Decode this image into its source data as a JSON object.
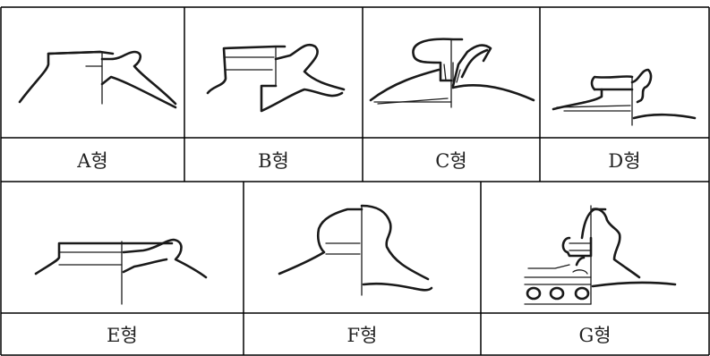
{
  "rows": [
    {
      "cells": [
        {
          "id": "a",
          "label": "A형"
        },
        {
          "id": "b",
          "label": "B형"
        },
        {
          "id": "c",
          "label": "C형"
        },
        {
          "id": "d",
          "label": "D형"
        }
      ]
    },
    {
      "cells": [
        {
          "id": "e",
          "label": "E형"
        },
        {
          "id": "f",
          "label": "F형"
        },
        {
          "id": "g",
          "label": "G형"
        }
      ]
    }
  ]
}
